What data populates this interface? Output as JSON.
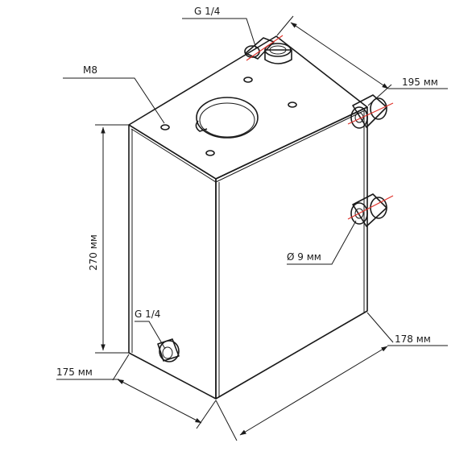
{
  "diagram": {
    "labels": {
      "top_port": "G 1/4",
      "bolt": "M8",
      "width_top": "195 мм",
      "height": "270 мм",
      "mount_hole": "Ø 9 мм",
      "depth_right": "178 мм",
      "bottom_port": "G 1/4",
      "depth_left": "175 мм"
    },
    "colors": {
      "outline": "#1a1a1a",
      "highlight": "#e0342c",
      "background": "#ffffff"
    }
  }
}
